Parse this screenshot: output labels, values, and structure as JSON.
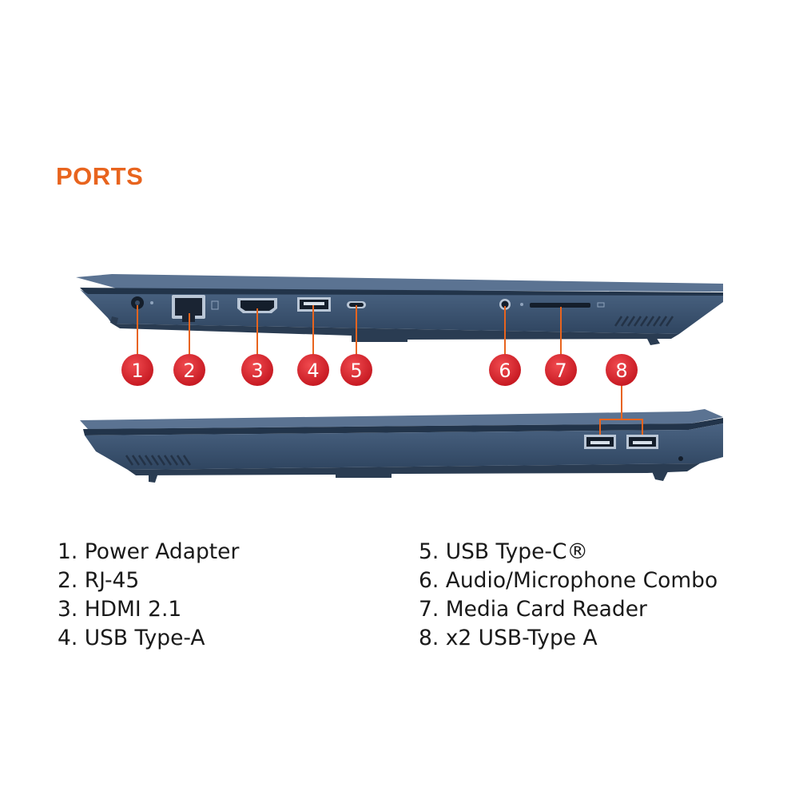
{
  "heading": {
    "text": "PORTS",
    "color": "#e8641e"
  },
  "colors": {
    "callout_red": "#e0232f",
    "laptop_body": "#3d5572",
    "laptop_dark": "#2c3f57",
    "laptop_light": "#5b7392",
    "leader_line": "#e8641e"
  },
  "callouts": [
    {
      "number": "1"
    },
    {
      "number": "2"
    },
    {
      "number": "3"
    },
    {
      "number": "4"
    },
    {
      "number": "5"
    },
    {
      "number": "6"
    },
    {
      "number": "7"
    },
    {
      "number": "8"
    }
  ],
  "ports_list_left": [
    "1. Power Adapter",
    "2. RJ-45",
    "3. HDMI 2.1",
    "4. USB Type-A"
  ],
  "ports_list_right": [
    "5. USB Type-C®",
    "6. Audio/Microphone Combo",
    "7. Media Card Reader",
    "8. x2 USB-Type A"
  ]
}
